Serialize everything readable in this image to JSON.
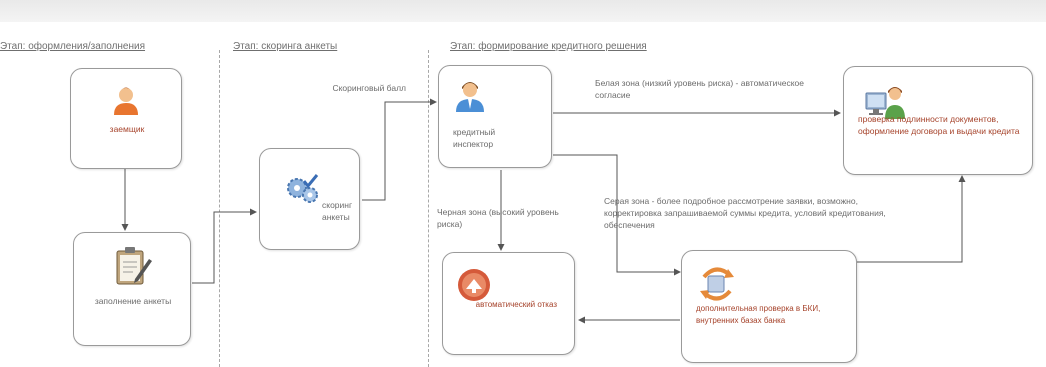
{
  "stages": [
    {
      "title": "Этап: оформления/заполнения"
    },
    {
      "title": "Этап: скоринга анкеты"
    },
    {
      "title": "Этап: формирование кредитного решения"
    }
  ],
  "nodes": {
    "applicant": {
      "label": "заемщик"
    },
    "form_fill": {
      "label": "заполнение анкеты"
    },
    "scoring": {
      "label": "скоринг анкеты"
    },
    "inspector": {
      "label": "кредитный инспектор"
    },
    "auto_reject": {
      "label": "автоматический отказ"
    },
    "extra_check": {
      "label": "дополнительная проверка в БКИ, внутренних базах банка"
    },
    "verification": {
      "label": "проверка подлинности документов, оформление договора и выдачи кредита"
    }
  },
  "edge_labels": {
    "score": "Скоринговый балл",
    "white_zone": "Белая зона (низкий уровень риска) - автоматическое согласие",
    "black_zone": "Черная зона (высокий уровень риска)",
    "grey_zone": "Серая зона - более подробное рассмотрение заявки, возможно, корректировка запрашиваемой суммы кредита, условий кредитования, обеспечения"
  },
  "colors": {
    "accent_red": "#a6432b",
    "edge": "#555555",
    "node_border": "#9a9a9a"
  },
  "icons": [
    "person-icon",
    "clipboard-icon",
    "gears-icon",
    "manager-icon",
    "reject-icon",
    "refresh-icon",
    "operator-icon"
  ]
}
